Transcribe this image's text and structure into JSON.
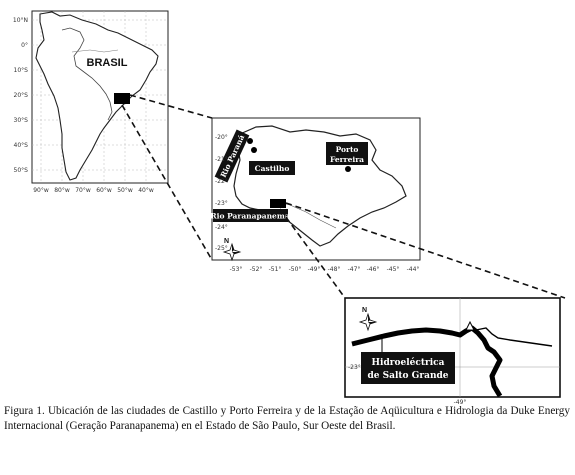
{
  "south_america_map": {
    "country_label": "BRASIL",
    "lat_ticks": [
      "10°N",
      "0°",
      "10°S",
      "20°S",
      "30°S",
      "40°S",
      "50°S"
    ],
    "lon_ticks": [
      "90°w",
      "80°w",
      "70°w",
      "60°w",
      "50°w",
      "40°w"
    ]
  },
  "state_map": {
    "lat_ticks": [
      "-20°",
      "-21°",
      "-22°",
      "-23°",
      "-24°",
      "-25°"
    ],
    "lon_ticks": [
      "-53°",
      "-52°",
      "-51°",
      "-50°",
      "-49°",
      "-48°",
      "-47°",
      "-46°",
      "-45°",
      "-44°"
    ],
    "north_label": "N",
    "places": {
      "rio_parana": "Rio Paraná",
      "castilho": "Castilho",
      "porto_ferreira_line1": "Porto",
      "porto_ferreira_line2": "Ferreira",
      "rio_paranapanema": "Rio Paranapanema"
    }
  },
  "detail_map": {
    "north_label": "N",
    "lat_tick": "-23°",
    "lon_tick": "-49°",
    "station_line1": "Hidroeléctrica",
    "station_line2": "de Salto Grande"
  },
  "caption": "Figura 1. Ubicación de las ciudades de Castillo y Porto Ferreira y de la Estação de Aqüicultura e Hidrologia da Duke Energy Internacional (Geração Paranapanema) en el Estado de São Paulo, Sur Oeste del Brasil."
}
